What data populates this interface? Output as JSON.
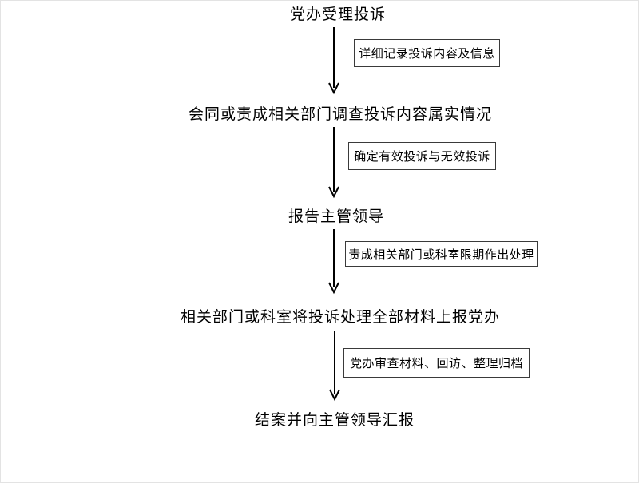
{
  "diagram": {
    "type": "flowchart",
    "direction": "top-down",
    "steps": [
      {
        "label": "党办受理投诉"
      },
      {
        "label": "会同或责成相关部门调查投诉内容属实情况"
      },
      {
        "label": "报告主管领导"
      },
      {
        "label": "相关部门或科室将投诉处理全部材料上报党办"
      },
      {
        "label": "结案并向主管领导汇报"
      }
    ],
    "annotations": [
      {
        "label": "详细记录投诉内容及信息"
      },
      {
        "label": "确定有效投诉与无效投诉"
      },
      {
        "label": "责成相关部门或科室限期作出处理"
      },
      {
        "label": "党办审查材料、回访、整理归档"
      }
    ],
    "colors": {
      "text": "#000000",
      "line": "#000000",
      "box_border": "#3a3a3a",
      "background": "#ffffff"
    }
  }
}
